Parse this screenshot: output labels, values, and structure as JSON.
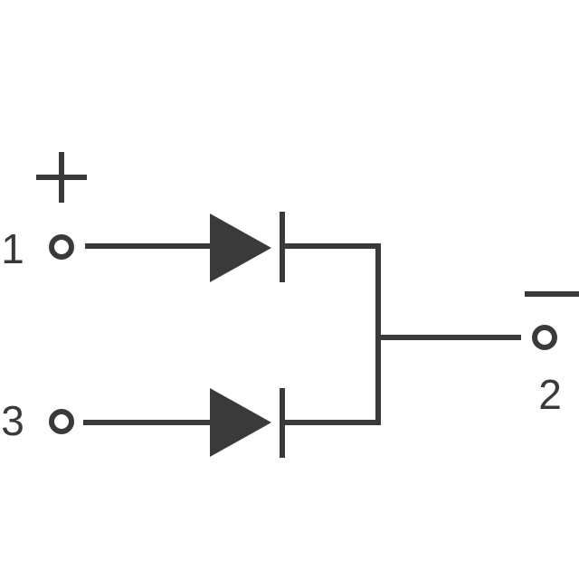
{
  "diagram": {
    "colors": {
      "ink": "#3a3a3a",
      "background": "#ffffff"
    },
    "pins": {
      "pin1": {
        "label": "1",
        "polarity": "+"
      },
      "pin3": {
        "label": "3"
      },
      "pin2": {
        "label": "2",
        "polarity": "-"
      }
    },
    "components": [
      {
        "type": "diode",
        "from": "pin1",
        "to": "pin2"
      },
      {
        "type": "diode",
        "from": "pin3",
        "to": "pin2"
      }
    ]
  }
}
